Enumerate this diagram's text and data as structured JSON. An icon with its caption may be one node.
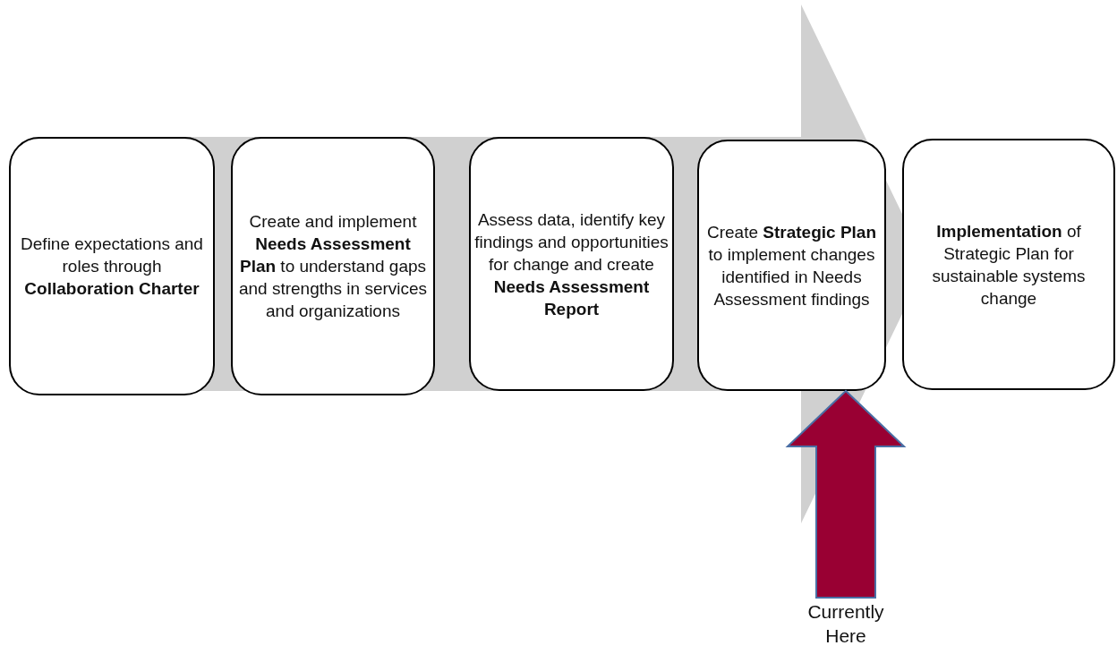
{
  "diagram": {
    "nodes": [
      {
        "text": [
          "Define expectations and roles through **Collaboration Charter**"
        ]
      },
      {
        "text": [
          "Create and implement **Needs Assessment Plan** to understand gaps and strengths in services and organizations"
        ]
      },
      {
        "text": [
          "Assess data, identify key findings and opportunities for change and create **Needs Assessment Report**"
        ]
      },
      {
        "text": [
          "Create **Strategic Plan** to implement changes identified in Needs Assessment findings"
        ]
      },
      {
        "text": [
          "**Implementation** of Strategic Plan for sustainable systems change"
        ]
      },
      {
        "text": [
          "Currently Here"
        ]
      }
    ],
    "edges": [
      {
        "from": 5,
        "to": 3,
        "arrow": "to",
        "style": "thick",
        "color": "#990033"
      }
    ]
  }
}
